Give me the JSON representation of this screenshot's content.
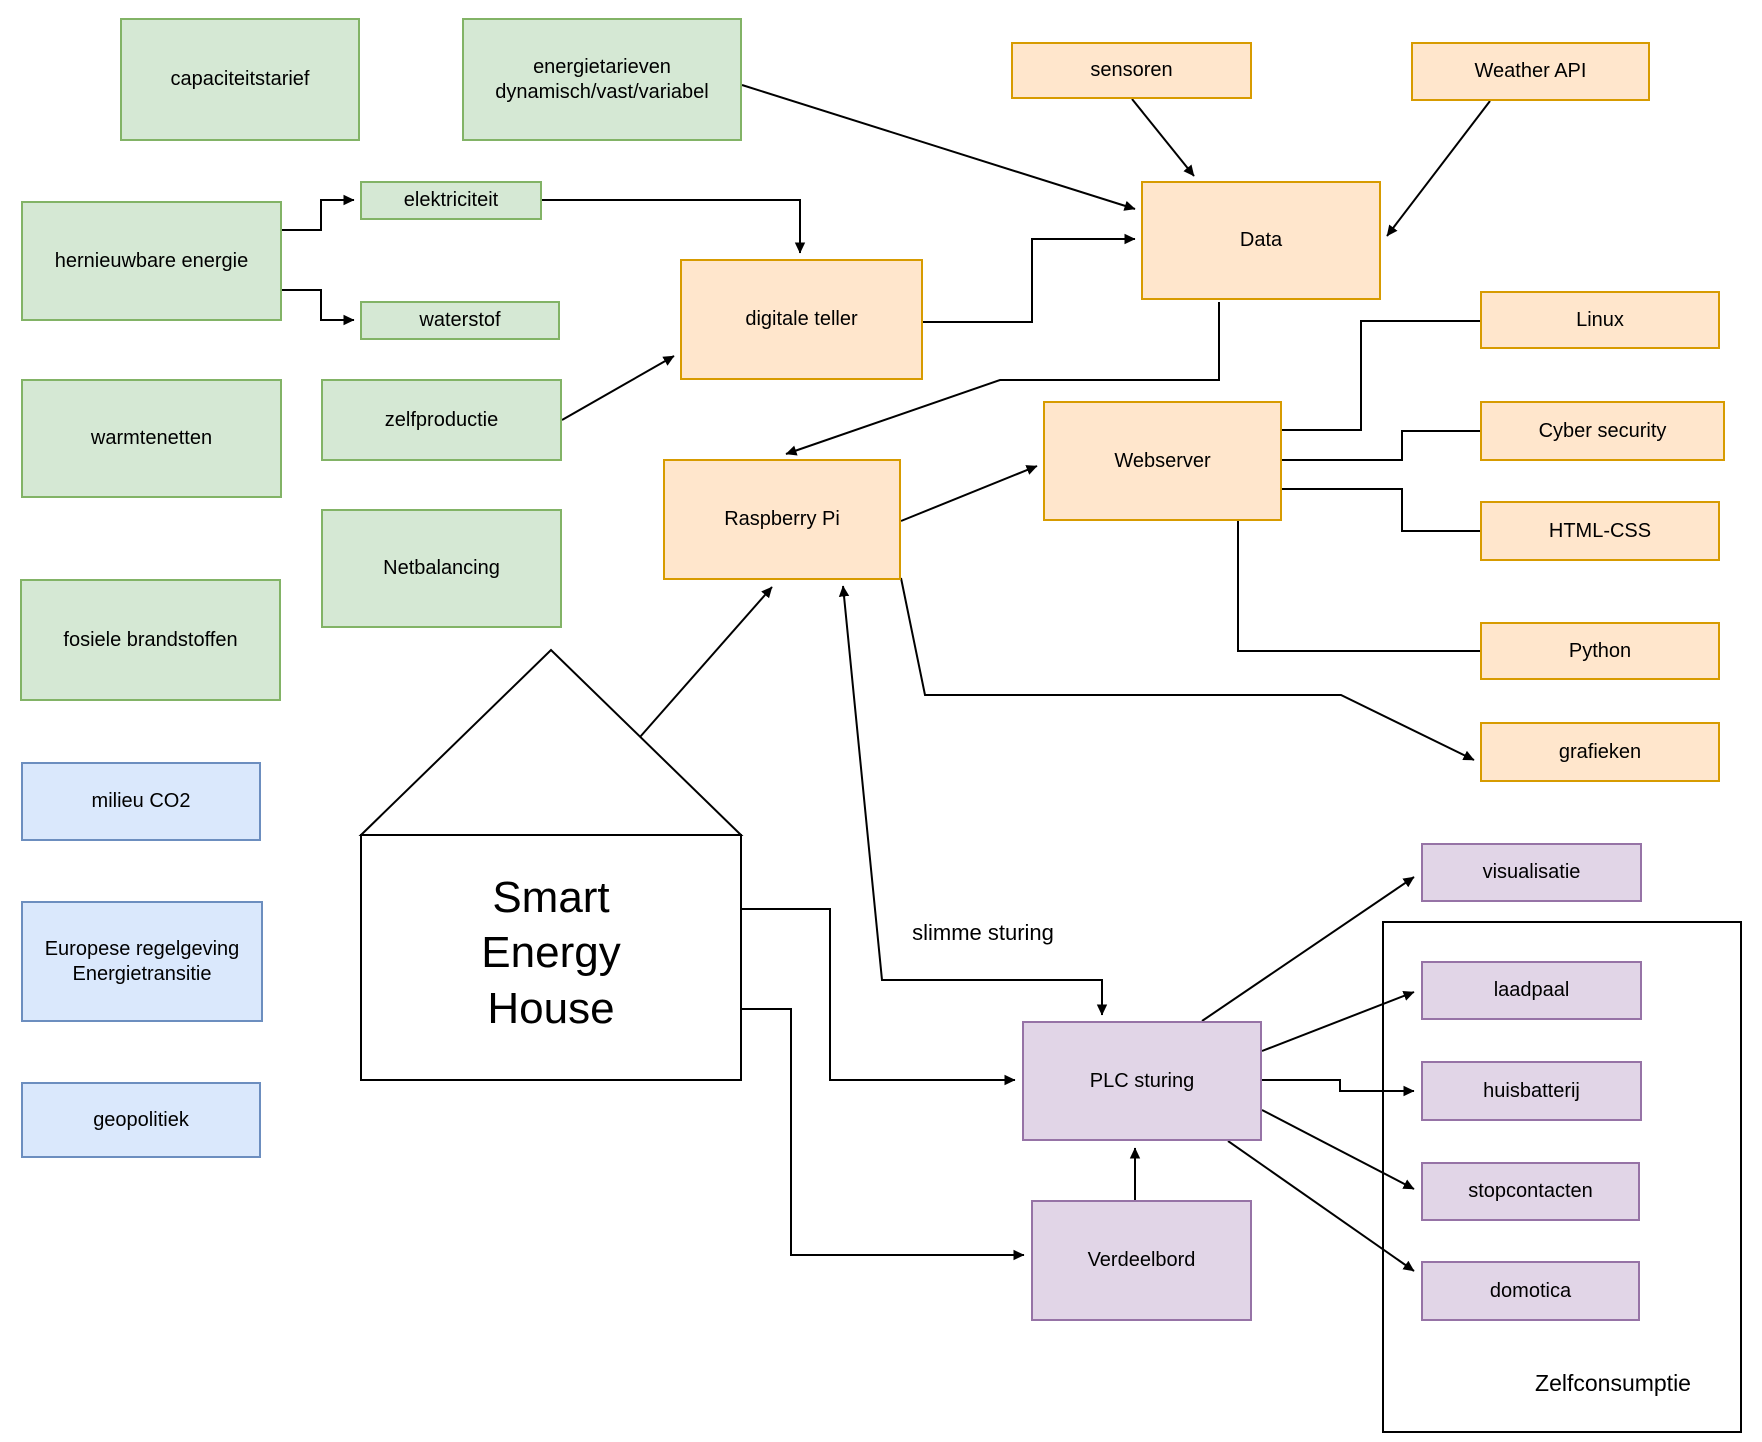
{
  "colors": {
    "green_fill": "#d5e8d4",
    "green_border": "#82b366",
    "orange_fill": "#ffe6cc",
    "orange_border": "#d79b00",
    "blue_fill": "#dae8fc",
    "blue_border": "#6c8ebf",
    "purple_fill": "#e1d5e7",
    "purple_border": "#9673a6",
    "edge": "#000000"
  },
  "nodes": {
    "capaciteitstarief": {
      "label": "capaciteitstarief"
    },
    "energietarieven": {
      "label": "energietarieven\ndynamisch/vast/variabel"
    },
    "hernieuwbare_energie": {
      "label": "hernieuwbare energie"
    },
    "elektriciteit": {
      "label": "elektriciteit"
    },
    "waterstof": {
      "label": "waterstof"
    },
    "warmtenetten": {
      "label": "warmtenetten"
    },
    "zelfproductie": {
      "label": "zelfproductie"
    },
    "netbalancing": {
      "label": "Netbalancing"
    },
    "fosiele_brandstoffen": {
      "label": "fosiele brandstoffen"
    },
    "milieu_co2": {
      "label": "milieu CO2"
    },
    "europese_regelgeving": {
      "label": "Europese regelgeving\nEnergietransitie"
    },
    "geopolitiek": {
      "label": "geopolitiek"
    },
    "sensoren": {
      "label": "sensoren"
    },
    "weather_api": {
      "label": "Weather API"
    },
    "data": {
      "label": "Data"
    },
    "digitale_teller": {
      "label": "digitale teller"
    },
    "webserver": {
      "label": "Webserver"
    },
    "raspberry_pi": {
      "label": "Raspberry Pi"
    },
    "linux": {
      "label": "Linux"
    },
    "cyber_security": {
      "label": "Cyber security"
    },
    "html_css": {
      "label": "HTML-CSS"
    },
    "python": {
      "label": "Python"
    },
    "grafieken": {
      "label": "grafieken"
    },
    "visualisatie": {
      "label": "visualisatie"
    },
    "plc_sturing": {
      "label": "PLC sturing"
    },
    "laadpaal": {
      "label": "laadpaal"
    },
    "huisbatterij": {
      "label": "huisbatterij"
    },
    "stopcontacten": {
      "label": "stopcontacten"
    },
    "domotica": {
      "label": "domotica"
    },
    "verdeelbord": {
      "label": "Verdeelbord"
    }
  },
  "house": {
    "label": "Smart\nEnergy\nHouse"
  },
  "container": {
    "label": "Zelfconsumptie"
  },
  "edge_labels": {
    "slimme_sturing": "slimme sturing"
  }
}
